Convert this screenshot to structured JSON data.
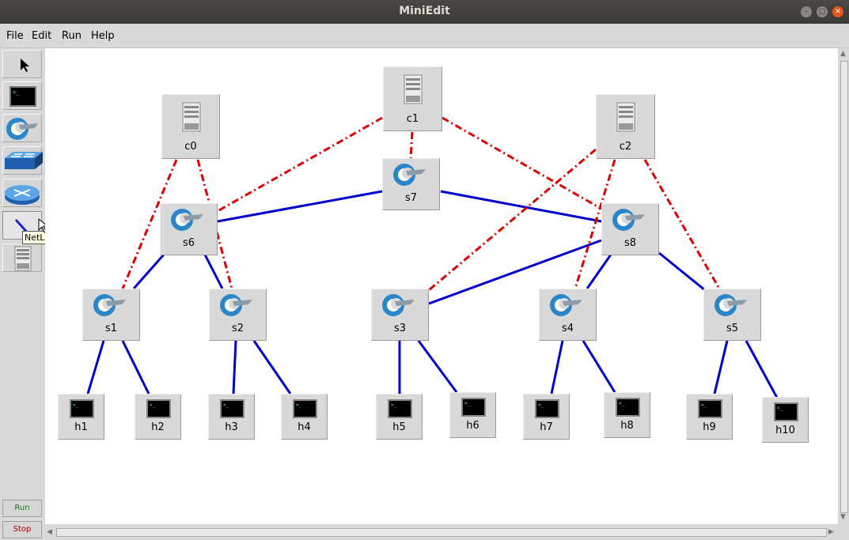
{
  "window": {
    "title": "MiniEdit"
  },
  "menu": [
    "File",
    "Edit",
    "Run",
    "Help"
  ],
  "toolbar": {
    "tools": [
      {
        "name": "select-tool-button",
        "icon": "arrow-cursor-icon"
      },
      {
        "name": "host-tool-button",
        "icon": "terminal-icon"
      },
      {
        "name": "switch-tool-button",
        "icon": "switch-icon"
      },
      {
        "name": "legacy-switch-tool-button",
        "icon": "legacy-switch-icon"
      },
      {
        "name": "legacy-router-tool-button",
        "icon": "router-icon"
      },
      {
        "name": "netlink-tool-button",
        "icon": "link-icon"
      },
      {
        "name": "controller-tool-button",
        "icon": "server-icon"
      }
    ],
    "tooltip": "NetLink",
    "run_label": "Run",
    "stop_label": "Stop"
  },
  "colors": {
    "link": "#0000cc",
    "control_link": "#dd0000",
    "run": "#1e7a1e",
    "stop": "#a00000"
  },
  "nodes": {
    "c0": "c0",
    "c1": "c1",
    "c2": "c2",
    "s1": "s1",
    "s2": "s2",
    "s3": "s3",
    "s4": "s4",
    "s5": "s5",
    "s6": "s6",
    "s7": "s7",
    "s8": "s8",
    "h1": "h1",
    "h2": "h2",
    "h3": "h3",
    "h4": "h4",
    "h5": "h5",
    "h6": "h6",
    "h7": "h7",
    "h8": "h8",
    "h9": "h9",
    "h10": "h10"
  }
}
